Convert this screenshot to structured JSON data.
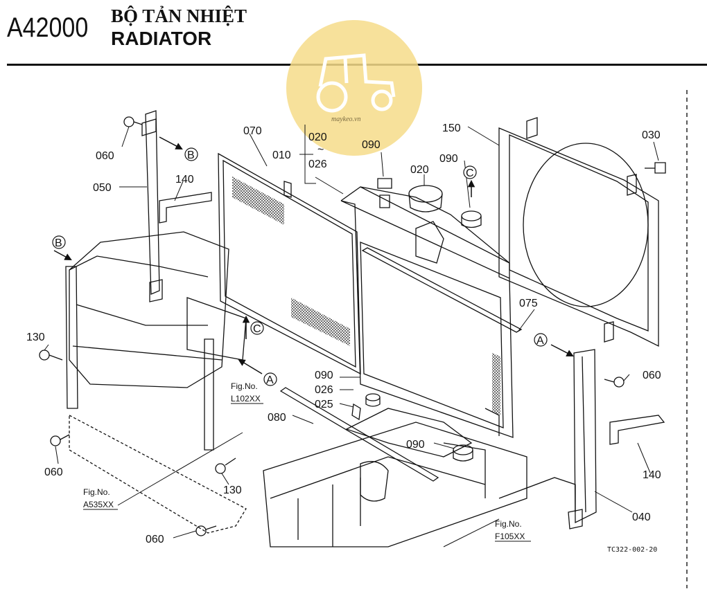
{
  "header": {
    "code": "A42000",
    "title_vi": "BỘ TẢN NHIỆT",
    "title_en": "RADIATOR"
  },
  "watermark": {
    "text": "maykeo.vn",
    "color": "#f6dc8a",
    "icon": "tractor-icon"
  },
  "parts": {
    "p010": "010",
    "p020a": "020",
    "p020b": "020",
    "tilde": "~",
    "p026a": "026",
    "p026b": "026",
    "p025": "025",
    "p030": "030",
    "p040": "040",
    "p050": "050",
    "p060a": "060",
    "p060b": "060",
    "p060c": "060",
    "p060d": "060",
    "p070": "070",
    "p075": "075",
    "p080": "080",
    "p090a": "090",
    "p090b": "090",
    "p090c": "090",
    "p090d": "090",
    "p130a": "130",
    "p130b": "130",
    "p140a": "140",
    "p140b": "140",
    "p150": "150"
  },
  "markers": {
    "a": "A",
    "b": "B",
    "c": "C"
  },
  "fig_refs": {
    "fig_label": "Fig.No.",
    "l102": "L102XX",
    "a535": "A535XX",
    "f105": "F105XX"
  },
  "drawing_code": "TC322-002-20"
}
